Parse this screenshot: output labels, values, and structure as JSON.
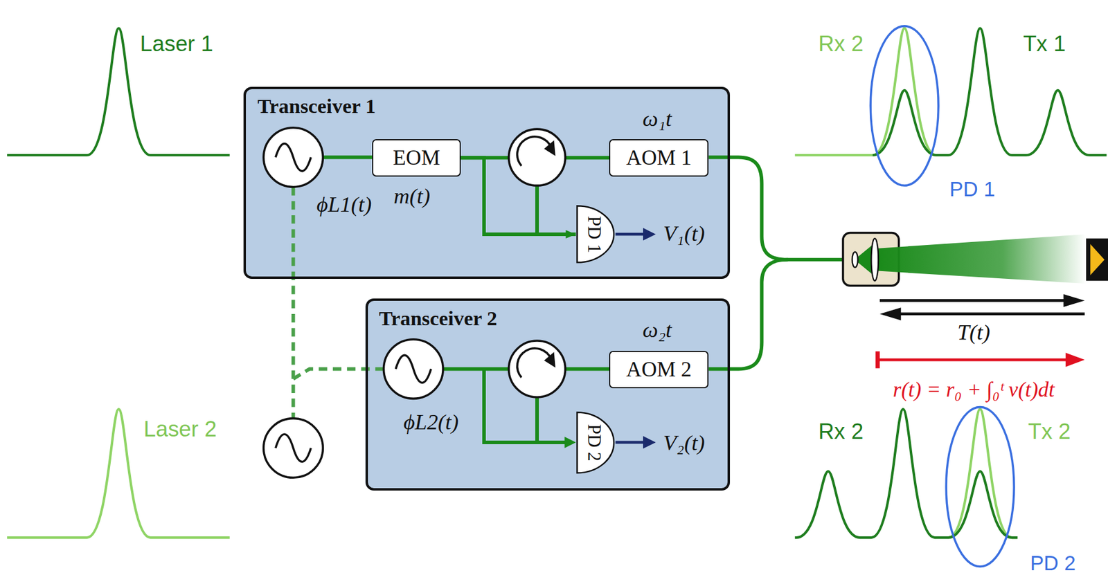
{
  "diagram": {
    "nodes": [
      {
        "text": [
          "Transceiver 1"
        ]
      },
      {
        "text": [
          "EOM"
        ],
        "in": 0
      },
      {
        "text": [
          "AOM 1"
        ],
        "in": 0
      },
      {
        "text": [
          "PD 1"
        ],
        "in": 0
      },
      {
        "text": [
          "Transceiver 2"
        ]
      },
      {
        "text": [
          "AOM 2"
        ],
        "in": 4
      },
      {
        "text": [
          "PD 2"
        ],
        "in": 4
      }
    ],
    "edges": [
      {
        "from": 1,
        "to": 2,
        "arrow": "none"
      },
      {
        "from": 1,
        "to": 3,
        "arrow": "to"
      }
    ],
    "labels": [
      "Laser 1",
      "ϕL1(t)",
      "m(t)",
      "ω₁t",
      "V₁(t)",
      "ω₂t",
      "ϕL2(t)",
      "V₂(t)",
      "Laser 2",
      "Rx 2",
      "Tx 1",
      "PD 1",
      "T(t)",
      "r(t) = r₀ + ∫₀ᵗ v(t)dt",
      "Rx 2",
      "Tx 2",
      "PD 2"
    ]
  }
}
